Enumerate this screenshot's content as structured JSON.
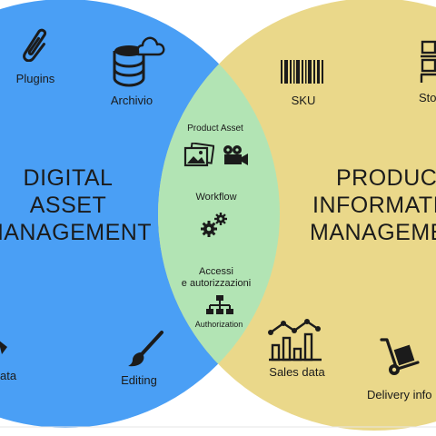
{
  "left_circle": {
    "title_lines": [
      "DIGITAL",
      "ASSET",
      "MANAGEMENT"
    ],
    "items": {
      "plugins": {
        "label": "Plugins",
        "icon": "paperclip-icon"
      },
      "archivio": {
        "label": "Archivio",
        "icon": "database-cloud-icon"
      },
      "data": {
        "label": "ata",
        "icon": "pencil-icon"
      },
      "editing": {
        "label": "Editing",
        "icon": "brush-icon"
      }
    },
    "color": "#4a9ff5"
  },
  "right_circle": {
    "title_lines": [
      "PRODUCT",
      "INFORMATI",
      "MANAGEME"
    ],
    "items": {
      "sku": {
        "label": "SKU",
        "icon": "barcode-icon"
      },
      "store": {
        "label": "Sto",
        "icon": "shelf-icon"
      },
      "sales": {
        "label": "Sales data",
        "icon": "bar-chart-icon"
      },
      "delivery": {
        "label": "Delivery info",
        "icon": "hand-truck-icon"
      }
    },
    "color": "#ead88a"
  },
  "overlap": {
    "product_asset": {
      "label": "Product Asset",
      "icons": [
        "images-icon",
        "video-camera-icon"
      ]
    },
    "workflow": {
      "label": "Workflow",
      "icon": "gears-icon"
    },
    "access": {
      "label_lines": [
        "Accessi",
        "e autorizzazioni"
      ],
      "icon": "org-chart-icon",
      "sub_label": "Authorization"
    },
    "color": "#b2e4b4"
  }
}
